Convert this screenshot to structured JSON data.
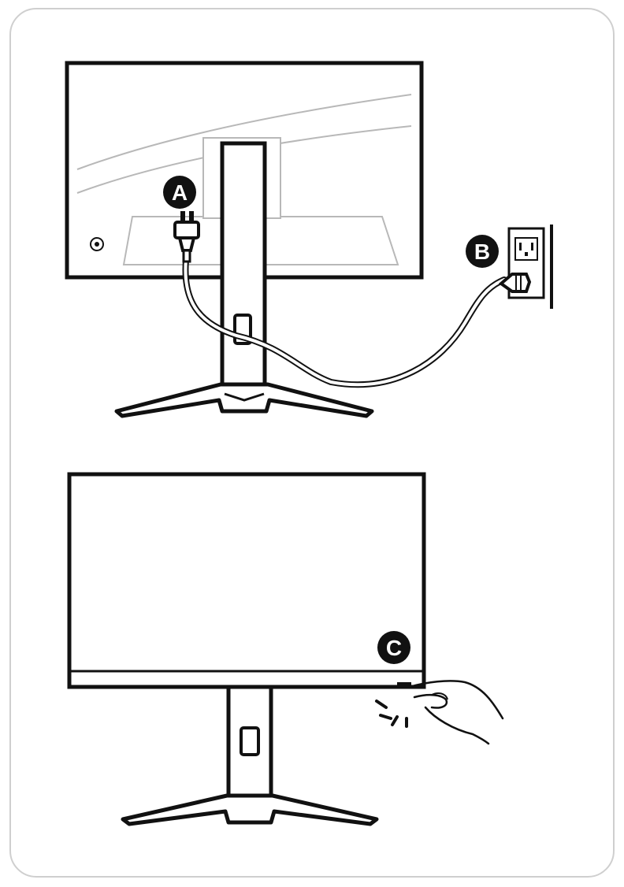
{
  "callouts": {
    "a": "A",
    "b": "B",
    "c": "C"
  },
  "colors": {
    "ink": "#111111",
    "line": "#b8b8b8",
    "frame": "#cfcfcf",
    "fill": "#ffffff"
  }
}
